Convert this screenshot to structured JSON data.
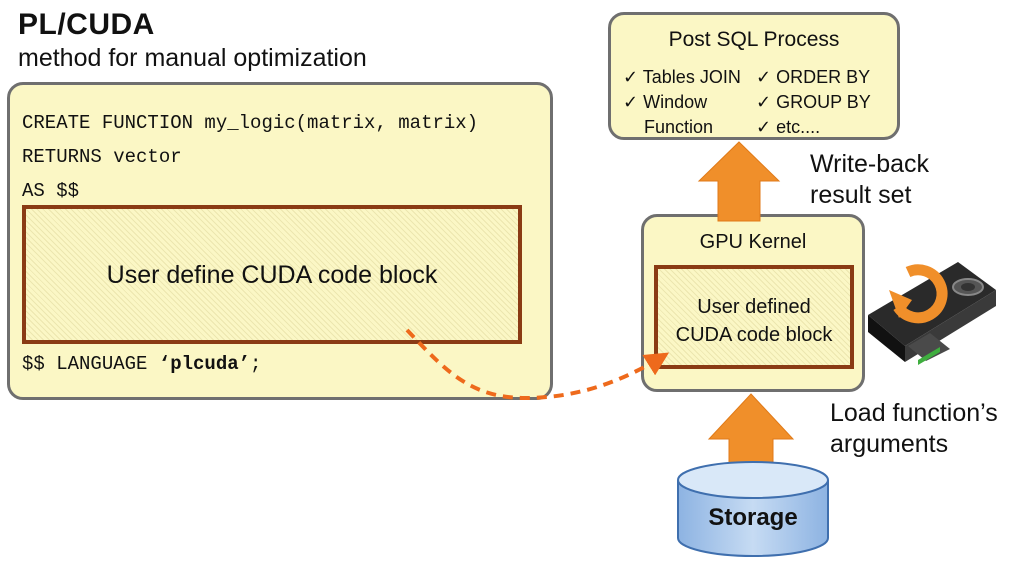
{
  "header": {
    "title": "PL/CUDA",
    "subtitle": "method for manual optimization"
  },
  "code_panel": {
    "lines": [
      "CREATE FUNCTION my_logic(matrix, matrix)",
      "RETURNS vector",
      "AS $$"
    ],
    "user_block_label": "User define CUDA code block",
    "footer_prefix": "$$ LANGUAGE ",
    "footer_keyword": "‘plcuda’",
    "footer_suffix": ";"
  },
  "post_sql": {
    "title": "Post SQL Process",
    "items_left": [
      "Tables JOIN",
      "Window",
      "Function"
    ],
    "items_right": [
      "ORDER BY",
      "GROUP BY",
      "etc...."
    ],
    "check_mark": "✓"
  },
  "gpu_kernel": {
    "title": "GPU Kernel",
    "block_line1": "User defined",
    "block_line2": "CUDA code block"
  },
  "labels": {
    "write_back_1": "Write-back",
    "write_back_2": "result set",
    "load_args_1": "Load function’s",
    "load_args_2": "arguments"
  },
  "storage": {
    "label": "Storage"
  },
  "colors": {
    "panel_fill": "#fbf7c5",
    "panel_border": "#6f6f6f",
    "block_border": "#8a3b14",
    "arrow_orange": "#f08f2a",
    "storage_blue": "#a8c8ec"
  },
  "icons": [
    "refresh-icon",
    "gpu-card-icon",
    "database-cylinder-icon"
  ]
}
